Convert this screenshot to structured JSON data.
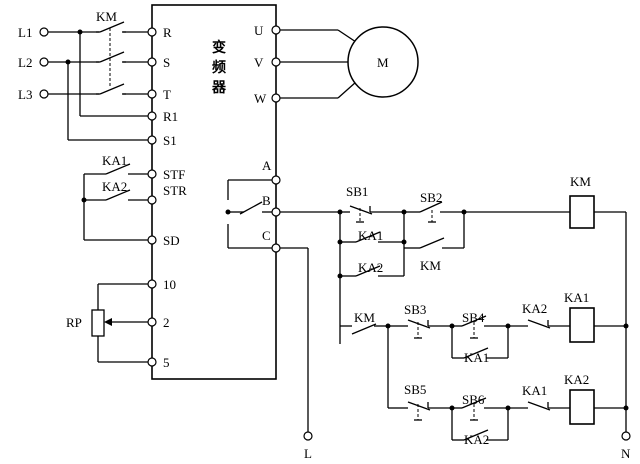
{
  "inputs": {
    "l1": "L1",
    "l2": "L2",
    "l3": "L3"
  },
  "main_contactor": "KM",
  "inverter": {
    "title_line1": "变",
    "title_line2": "频",
    "title_line3": "器",
    "terminals": {
      "r": "R",
      "s": "S",
      "t": "T",
      "r1": "R1",
      "s1": "S1",
      "stf": "STF",
      "str": "STR",
      "sd": "SD",
      "t10": "10",
      "t2": "2",
      "t5": "5",
      "u": "U",
      "v": "V",
      "w": "W",
      "a": "A",
      "b": "B",
      "c": "C"
    }
  },
  "motor": "M",
  "potentiometer": "RP",
  "relay_contacts": {
    "ka1_stf": "KA1",
    "ka2_str": "KA2"
  },
  "control": {
    "sb1": "SB1",
    "sb2": "SB2",
    "ka1_hold": "KA1",
    "ka2_hold": "KA2",
    "km_hold": "KM",
    "km_coil": "KM",
    "km_interlock": "KM",
    "sb3": "SB3",
    "sb4": "SB4",
    "ka1_sb4": "KA1",
    "ka2_nc1": "KA2",
    "ka1_coil": "KA1",
    "sb5": "SB5",
    "sb6": "SB6",
    "ka2_sb6": "KA2",
    "ka1_nc2": "KA1",
    "ka2_coil": "KA2"
  },
  "outputs": {
    "l": "L",
    "n": "N"
  }
}
